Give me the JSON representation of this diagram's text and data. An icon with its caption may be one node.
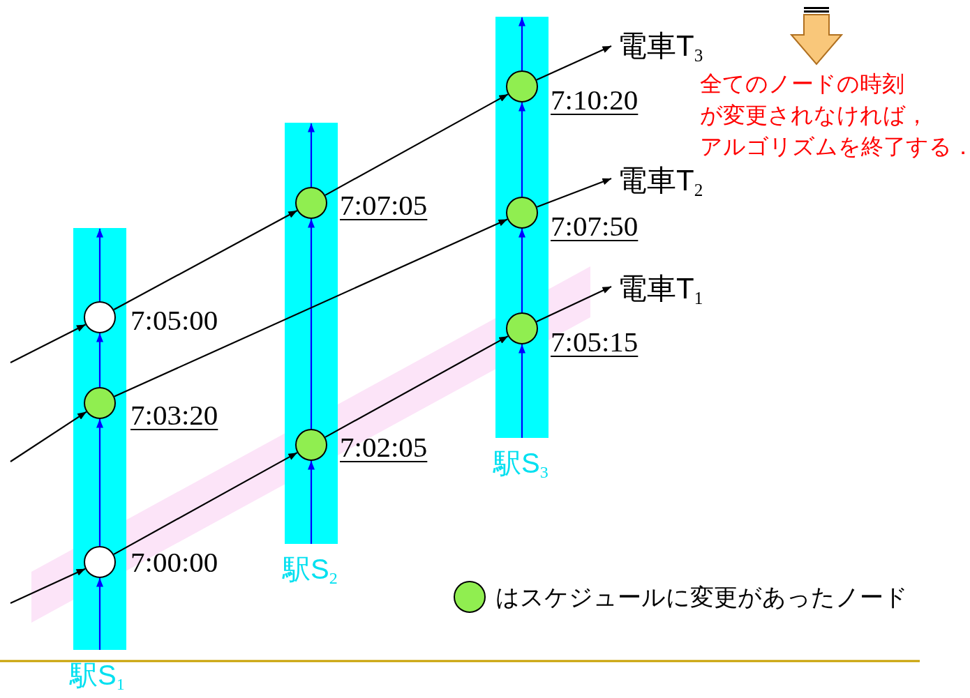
{
  "diagram": {
    "nodes": [
      {
        "text": [
          "駅S$_{1}$"
        ]
      },
      {
        "text": [],
        "shape": "circle",
        "in": 0,
        "beside": [
          "7:00:00"
        ]
      },
      {
        "text": [],
        "shape": "circle",
        "in": 0,
        "beside": [
          "7:03:20"
        ]
      },
      {
        "text": [],
        "shape": "circle",
        "in": 0,
        "beside": [
          "7:05:00"
        ]
      },
      {
        "text": [
          "駅S$_{2}$"
        ]
      },
      {
        "text": [],
        "shape": "circle",
        "in": 4,
        "beside": [
          "7:02:05"
        ]
      },
      {
        "text": [],
        "shape": "circle",
        "in": 4,
        "beside": [
          "7:07:05"
        ]
      },
      {
        "text": [
          "駅S$_{3}$"
        ]
      },
      {
        "text": [],
        "shape": "circle",
        "in": 7,
        "beside": [
          "7:05:15"
        ]
      },
      {
        "text": [],
        "shape": "circle",
        "in": 7,
        "beside": [
          "7:07:50"
        ]
      },
      {
        "text": [],
        "shape": "circle",
        "in": 7,
        "beside": [
          "7:10:20"
        ]
      },
      {
        "text": [
          "電車T$_{3}$"
        ]
      },
      {
        "text": [
          "電車T$_{2}$"
        ]
      },
      {
        "text": [
          "電車T$_{1}$"
        ]
      }
    ],
    "edges": [
      {
        "from": null,
        "to": 1,
        "arrow": "to",
        "color": "#0000ff"
      },
      {
        "from": 1,
        "to": 2,
        "arrow": "to",
        "color": "#0000ff"
      },
      {
        "from": 2,
        "to": 3,
        "arrow": "to",
        "color": "#0000ff"
      },
      {
        "from": 3,
        "to": null,
        "arrow": "to",
        "color": "#0000ff"
      },
      {
        "from": null,
        "to": 5,
        "arrow": "to",
        "color": "#0000ff"
      },
      {
        "from": 5,
        "to": 6,
        "arrow": "to",
        "color": "#0000ff"
      },
      {
        "from": 6,
        "to": null,
        "arrow": "to",
        "color": "#0000ff"
      },
      {
        "from": null,
        "to": 8,
        "arrow": "to",
        "color": "#0000ff"
      },
      {
        "from": 8,
        "to": 9,
        "arrow": "to",
        "color": "#0000ff"
      },
      {
        "from": 9,
        "to": 10,
        "arrow": "to",
        "color": "#0000ff"
      },
      {
        "from": 10,
        "to": null,
        "arrow": "to",
        "color": "#0000ff"
      },
      {
        "from": null,
        "to": 1,
        "arrow": "to",
        "color": "#000000"
      },
      {
        "from": 1,
        "to": 5,
        "arrow": "to",
        "color": "#000000"
      },
      {
        "from": 5,
        "to": 8,
        "arrow": "to",
        "color": "#000000"
      },
      {
        "from": 8,
        "to": 13,
        "arrow": "to",
        "color": "#000000"
      },
      {
        "from": null,
        "to": 2,
        "arrow": "to",
        "color": "#000000"
      },
      {
        "from": 2,
        "to": 9,
        "arrow": "to",
        "color": "#000000"
      },
      {
        "from": 9,
        "to": 12,
        "arrow": "to",
        "color": "#000000"
      },
      {
        "from": null,
        "to": 3,
        "arrow": "to",
        "color": "#000000"
      },
      {
        "from": 3,
        "to": 6,
        "arrow": "to",
        "color": "#000000"
      },
      {
        "from": 6,
        "to": 10,
        "arrow": "to",
        "color": "#000000"
      },
      {
        "from": 10,
        "to": 11,
        "arrow": "to",
        "color": "#000000"
      }
    ],
    "labels": [
      "全てのノードの時刻",
      "が変更されなければ，",
      "アルゴリズムを終了する．"
    ],
    "legend": [
      {
        "text": "はスケジュールに変更があったノード",
        "color": "#90ee50"
      }
    ]
  }
}
